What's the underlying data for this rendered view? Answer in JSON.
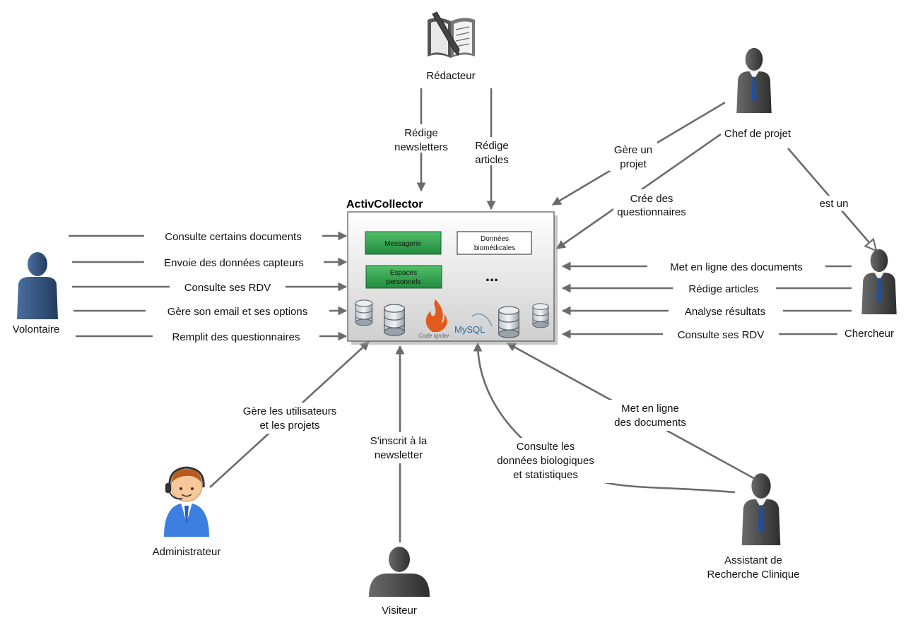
{
  "system": {
    "title": "ActivCollector",
    "modules": {
      "messagerie": "Messagerie",
      "donnees_line1": "Données",
      "donnees_line2": "biomédicales",
      "espaces_line1": "Espaces",
      "espaces_line2": "personnels",
      "ellipsis": "..."
    },
    "logos": {
      "codeigniter": "Code Igniter",
      "mysql": "MySQL"
    }
  },
  "actors": {
    "redacteur": "Rédacteur",
    "chef_projet": "Chef de projet",
    "volontaire": "Volontaire",
    "chercheur": "Chercheur",
    "administrateur": "Administrateur",
    "visiteur": "Visiteur",
    "arc_line1": "Assistant de",
    "arc_line2": "Recherche Clinique"
  },
  "relations": {
    "redige_newsletters_1": "Rédige",
    "redige_newsletters_2": "newsletters",
    "redige_articles_1": "Rédige",
    "redige_articles_2": "articles",
    "gere_projet_1": "Gère un",
    "gere_projet_2": "projet",
    "cree_quest_1": "Crée des",
    "cree_quest_2": "questionnaires",
    "est_un": "est un",
    "vol_1": "Consulte certains documents",
    "vol_2": "Envoie des données capteurs",
    "vol_3": "Consulte ses RDV",
    "vol_4": "Gère son email et ses options",
    "vol_5": "Remplit des questionnaires",
    "ch_1": "Met en ligne des documents",
    "ch_2": "Rédige articles",
    "ch_3": "Analyse résultats",
    "ch_4": "Consulte ses RDV",
    "admin_1": "Gère les utilisateurs",
    "admin_2": "et les projets",
    "visit_1": "S'inscrit à la",
    "visit_2": "newsletter",
    "bio_1": "Consulte les",
    "bio_2": "données biologiques",
    "bio_3": "et statistiques",
    "arc_docs_1": "Met en ligne",
    "arc_docs_2": "des documents"
  },
  "colors": {
    "line": "#6b6b6b",
    "module_green": "#2f9e4e",
    "person_blue": "#2f4e78",
    "person_gray": "#4a4a4a",
    "tie_blue": "#1f4fa0"
  }
}
